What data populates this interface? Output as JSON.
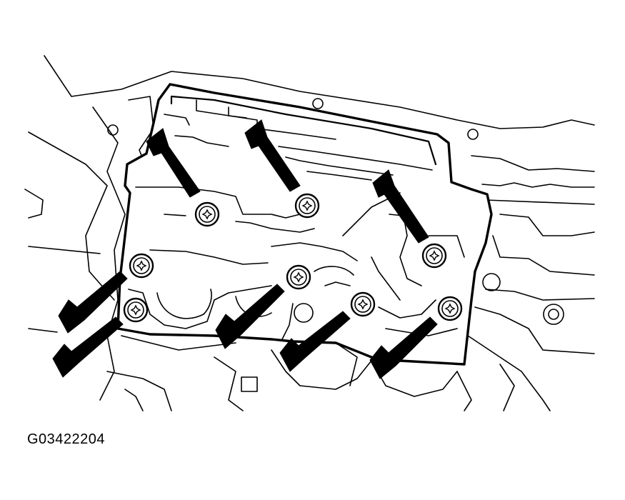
{
  "figure": {
    "code": "G03422204",
    "ink_color": "#000000",
    "background_color": "#ffffff"
  },
  "diagram": {
    "description_items": [
      {
        "id": "bolt-1",
        "type": "torx-bolt"
      },
      {
        "id": "bolt-2",
        "type": "torx-bolt"
      },
      {
        "id": "bolt-3",
        "type": "torx-bolt"
      },
      {
        "id": "bolt-4",
        "type": "torx-bolt"
      },
      {
        "id": "bolt-5",
        "type": "torx-bolt"
      },
      {
        "id": "bolt-6",
        "type": "torx-bolt"
      },
      {
        "id": "bolt-7",
        "type": "torx-bolt"
      },
      {
        "id": "bolt-8",
        "type": "torx-bolt"
      }
    ],
    "arrow_count": 8,
    "bolt_count": 8,
    "bolt_icon": "torx-bolt-icon",
    "arrow_icon": "pointer-arrow-icon"
  }
}
